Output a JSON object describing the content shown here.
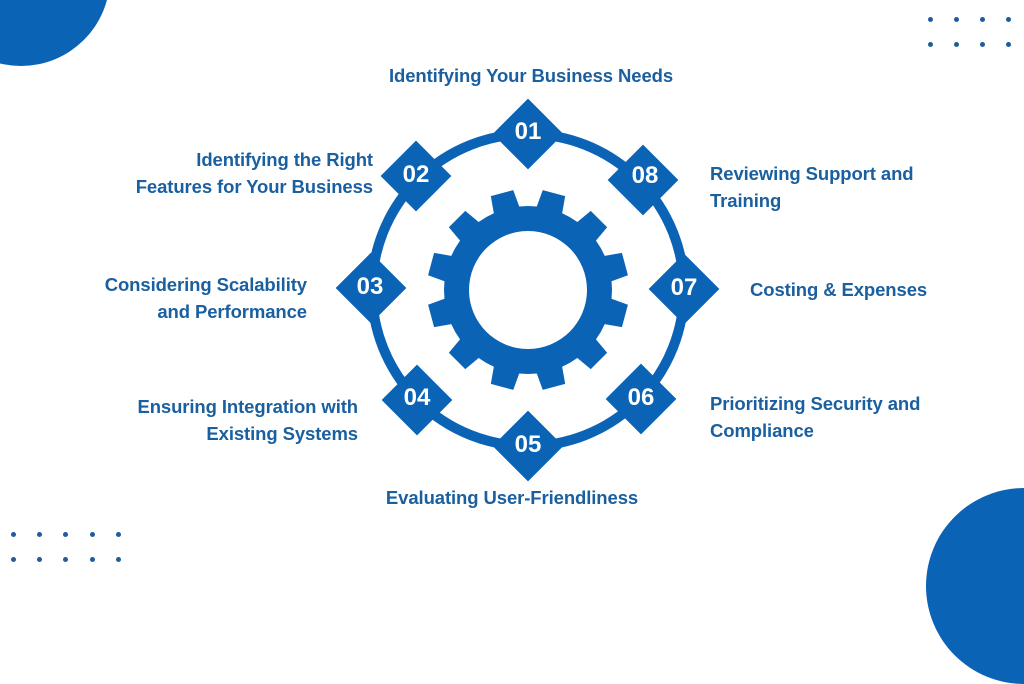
{
  "colors": {
    "primary": "#0b63b6",
    "text": "#1a5f9f",
    "background": "#ffffff",
    "number_text": "#ffffff"
  },
  "decorations": {
    "top_left_circle": "blue quarter circle",
    "bottom_right_circle": "blue quarter circle",
    "top_right_dots": {
      "columns": 4,
      "rows": 2
    },
    "bottom_left_dots": {
      "columns": 5,
      "rows": 2
    }
  },
  "center_icon": "gear-icon",
  "steps": [
    {
      "number": "01",
      "lines": [
        "Identifying Your Business Needs"
      ]
    },
    {
      "number": "02",
      "lines": [
        "Identifying the Right",
        "Features for Your Business"
      ]
    },
    {
      "number": "03",
      "lines": [
        "Considering Scalability",
        "and Performance"
      ]
    },
    {
      "number": "04",
      "lines": [
        "Ensuring Integration with",
        "Existing Systems"
      ]
    },
    {
      "number": "05",
      "lines": [
        "Evaluating User-Friendliness"
      ]
    },
    {
      "number": "06",
      "lines": [
        "Prioritizing Security and",
        "Compliance"
      ]
    },
    {
      "number": "07",
      "lines": [
        "Costing & Expenses"
      ]
    },
    {
      "number": "08",
      "lines": [
        "Reviewing Support and",
        "Training"
      ]
    }
  ]
}
